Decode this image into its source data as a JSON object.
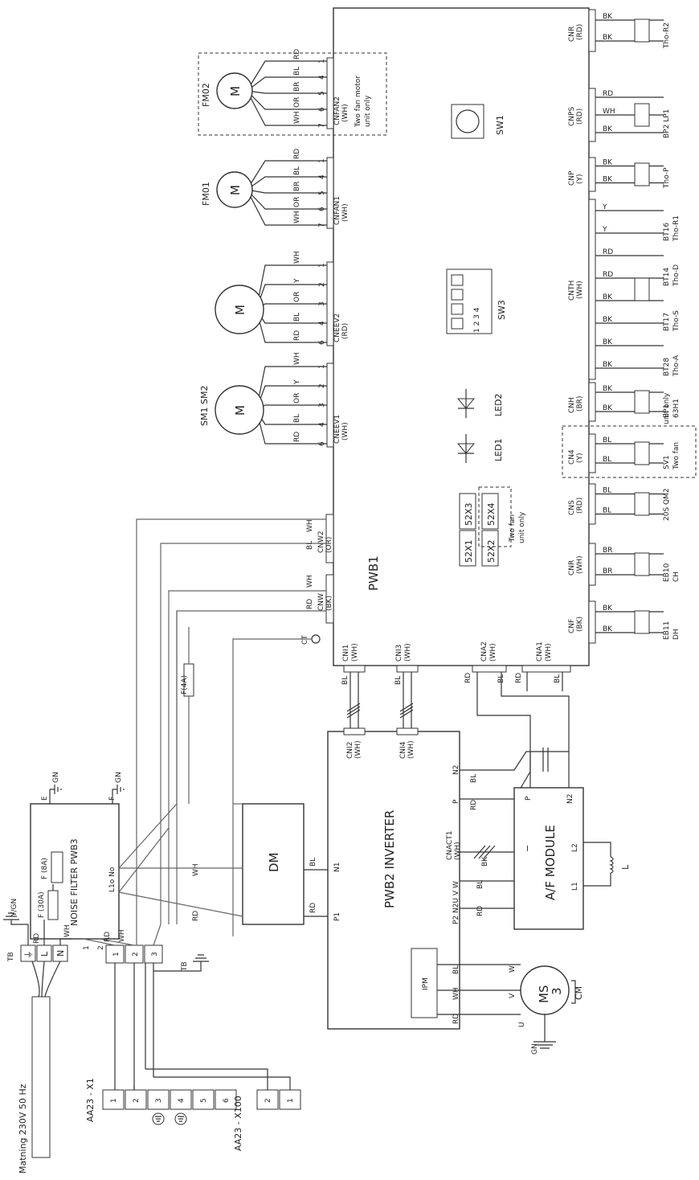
{
  "pwb1": {
    "label": "PWB1",
    "sw1": "SW1",
    "sw3": "SW3",
    "sw3_numbers": "1 2 3 4",
    "led1": "LED1",
    "led2": "LED2",
    "relays": [
      "52X1",
      "52X2",
      "52X3",
      "52X4"
    ],
    "two_fan_note": [
      "Two fan",
      "unit only"
    ],
    "ct": "CT"
  },
  "motor_connectors": [
    {
      "name": "CNFAN2",
      "color": "(WH)",
      "note": [
        "Two fan motor",
        "unit only"
      ],
      "motor": "FM02",
      "symbol": "M",
      "wires": [
        "RD",
        "BL",
        "BR",
        "OR",
        "WH"
      ],
      "pins": [
        "1",
        "4",
        "5",
        "6",
        "7"
      ]
    },
    {
      "name": "CNFAN1",
      "color": "(WH)",
      "motor": "FM01",
      "symbol": "M",
      "wires": [
        "RD",
        "BL",
        "BR",
        "OR",
        "WH"
      ],
      "pins": [
        "1",
        "4",
        "5",
        "6",
        "7"
      ]
    },
    {
      "name": "CNEEV2",
      "color": "(RD)",
      "motor": "",
      "symbol": "M",
      "wires": [
        "WH",
        "Y",
        "OR",
        "BL",
        "RD"
      ],
      "pins": [
        "1",
        "2",
        "3",
        "4",
        "6"
      ]
    },
    {
      "name": "CNEEV1",
      "color": "(WH)",
      "motor": "SM1 SM2",
      "symbol": "M",
      "wires": [
        "WH",
        "Y",
        "OR",
        "BL",
        "RD"
      ],
      "pins": [
        "1",
        "2",
        "3",
        "4",
        "6"
      ]
    }
  ],
  "right_connectors": [
    {
      "name": "CNR",
      "color": "(RD)",
      "wires": [
        "BK",
        "BK"
      ],
      "label": [
        "Tho-R2"
      ]
    },
    {
      "name": "CNPS",
      "color": "(RD)",
      "wires": [
        "RD",
        "WH",
        "BK"
      ],
      "label": [
        "BP2 LP1"
      ]
    },
    {
      "name": "CNP",
      "color": "(Y)",
      "wires": [
        "BK",
        "BK"
      ],
      "label": [
        "Tho-P"
      ]
    },
    {
      "name": "CNTH",
      "color": "(WH)",
      "wires": [
        "Y",
        "Y",
        "RD",
        "RD",
        "BK",
        "BK",
        "BK",
        "BK"
      ],
      "label": [
        "BT28",
        "Tho-A",
        "BT17",
        "Tho-S",
        "BT14",
        "Tho-D",
        "BT16",
        "Tho-R1"
      ]
    },
    {
      "name": "CNH",
      "color": "(BR)",
      "wires": [
        "BK",
        "BK"
      ],
      "label": [
        "BP1",
        "63H1"
      ]
    },
    {
      "name": "CN4",
      "color": "(Y)",
      "wires": [
        "BL",
        "BL"
      ],
      "label": [
        "SV1",
        "Two fan",
        "unit only"
      ]
    },
    {
      "name": "CNS",
      "color": "(RD)",
      "wires": [
        "BL",
        "BL"
      ],
      "label": [
        "20S QM2"
      ]
    },
    {
      "name": "CNR",
      "color": "(WH)",
      "wires": [
        "BR",
        "BR"
      ],
      "label": [
        "EB10",
        "CH"
      ]
    },
    {
      "name": "CNF",
      "color": "(BK)",
      "wires": [
        "BK",
        "BK"
      ],
      "label": [
        "EB11",
        "DH"
      ]
    }
  ],
  "left_connectors": [
    {
      "name": "CNW2",
      "color": "(OR)",
      "wires": [
        "WH",
        "BL"
      ]
    },
    {
      "name": "CNW",
      "color": "(BK)",
      "wires": [
        "WH",
        "RD"
      ]
    }
  ],
  "bottom_connectors": [
    {
      "name": "CNI1",
      "color": "(WH)",
      "wire": "BL"
    },
    {
      "name": "CNI3",
      "color": "(WH)",
      "wire": "BL"
    },
    {
      "name": "CNA2",
      "color": "(WH)",
      "wires": [
        "RD",
        "BL"
      ]
    },
    {
      "name": "CNA1",
      "color": "(WH)",
      "wires": [
        "RD",
        "BL"
      ]
    }
  ],
  "inverter": {
    "label": "PWB2 INVERTER",
    "cni2": "CNI2",
    "cni2_color": "(WH)",
    "cni4": "CNI4",
    "cni4_color": "(WH)",
    "n2": "N2",
    "p": "P",
    "bl": "BL",
    "rd": "RD",
    "p1": "P1",
    "n1": "N1",
    "cnact": "CNACT1",
    "cnact_color": "(WH)",
    "cnact_wire": "BK",
    "p2_row": "P2 N2U V W",
    "ipm": "IPM"
  },
  "af_module": {
    "label": "A/F MODULE",
    "p": "P",
    "n2": "N2",
    "l1": "L1",
    "l2": "L2",
    "minus": "−",
    "l": "L"
  },
  "dm": {
    "label": "DM",
    "rd": "RD",
    "bl": "BL"
  },
  "fuse4a": "F(4A)",
  "noise_filter": {
    "label": "NOISE FILTER PWB3",
    "fuse": "F (8A)",
    "terms": "L1o No",
    "e": "E",
    "f": "F",
    "gn": "GN",
    "wh": "WH",
    "rd": "RD",
    "p1": "1",
    "p2": "2"
  },
  "compressor": {
    "label": "MS",
    "phase": "3",
    "cm": "CM",
    "u": "U",
    "v": "V",
    "w": "W",
    "wires": [
      "RD",
      "WH",
      "BL"
    ],
    "gn": "GN"
  },
  "supply": {
    "label": "Matning 230V 50 Hz",
    "tb": "TB",
    "terminals": [
      "⏚",
      "L",
      "N"
    ],
    "ygn": "Y/GN",
    "fuse": "F (30A)",
    "rd": "RD",
    "wh": "WH"
  },
  "tb2": {
    "tb": "TB",
    "terminals": [
      "1",
      "2",
      "3"
    ],
    "rd": "RD",
    "wh": "WH"
  },
  "aa23_x1": {
    "label": "AA23 - X1",
    "pins": [
      "1",
      "2",
      "3",
      "4",
      "5",
      "6"
    ]
  },
  "aa23_x100": {
    "label": "AA23 - X100",
    "pins": [
      "2",
      "1"
    ]
  }
}
